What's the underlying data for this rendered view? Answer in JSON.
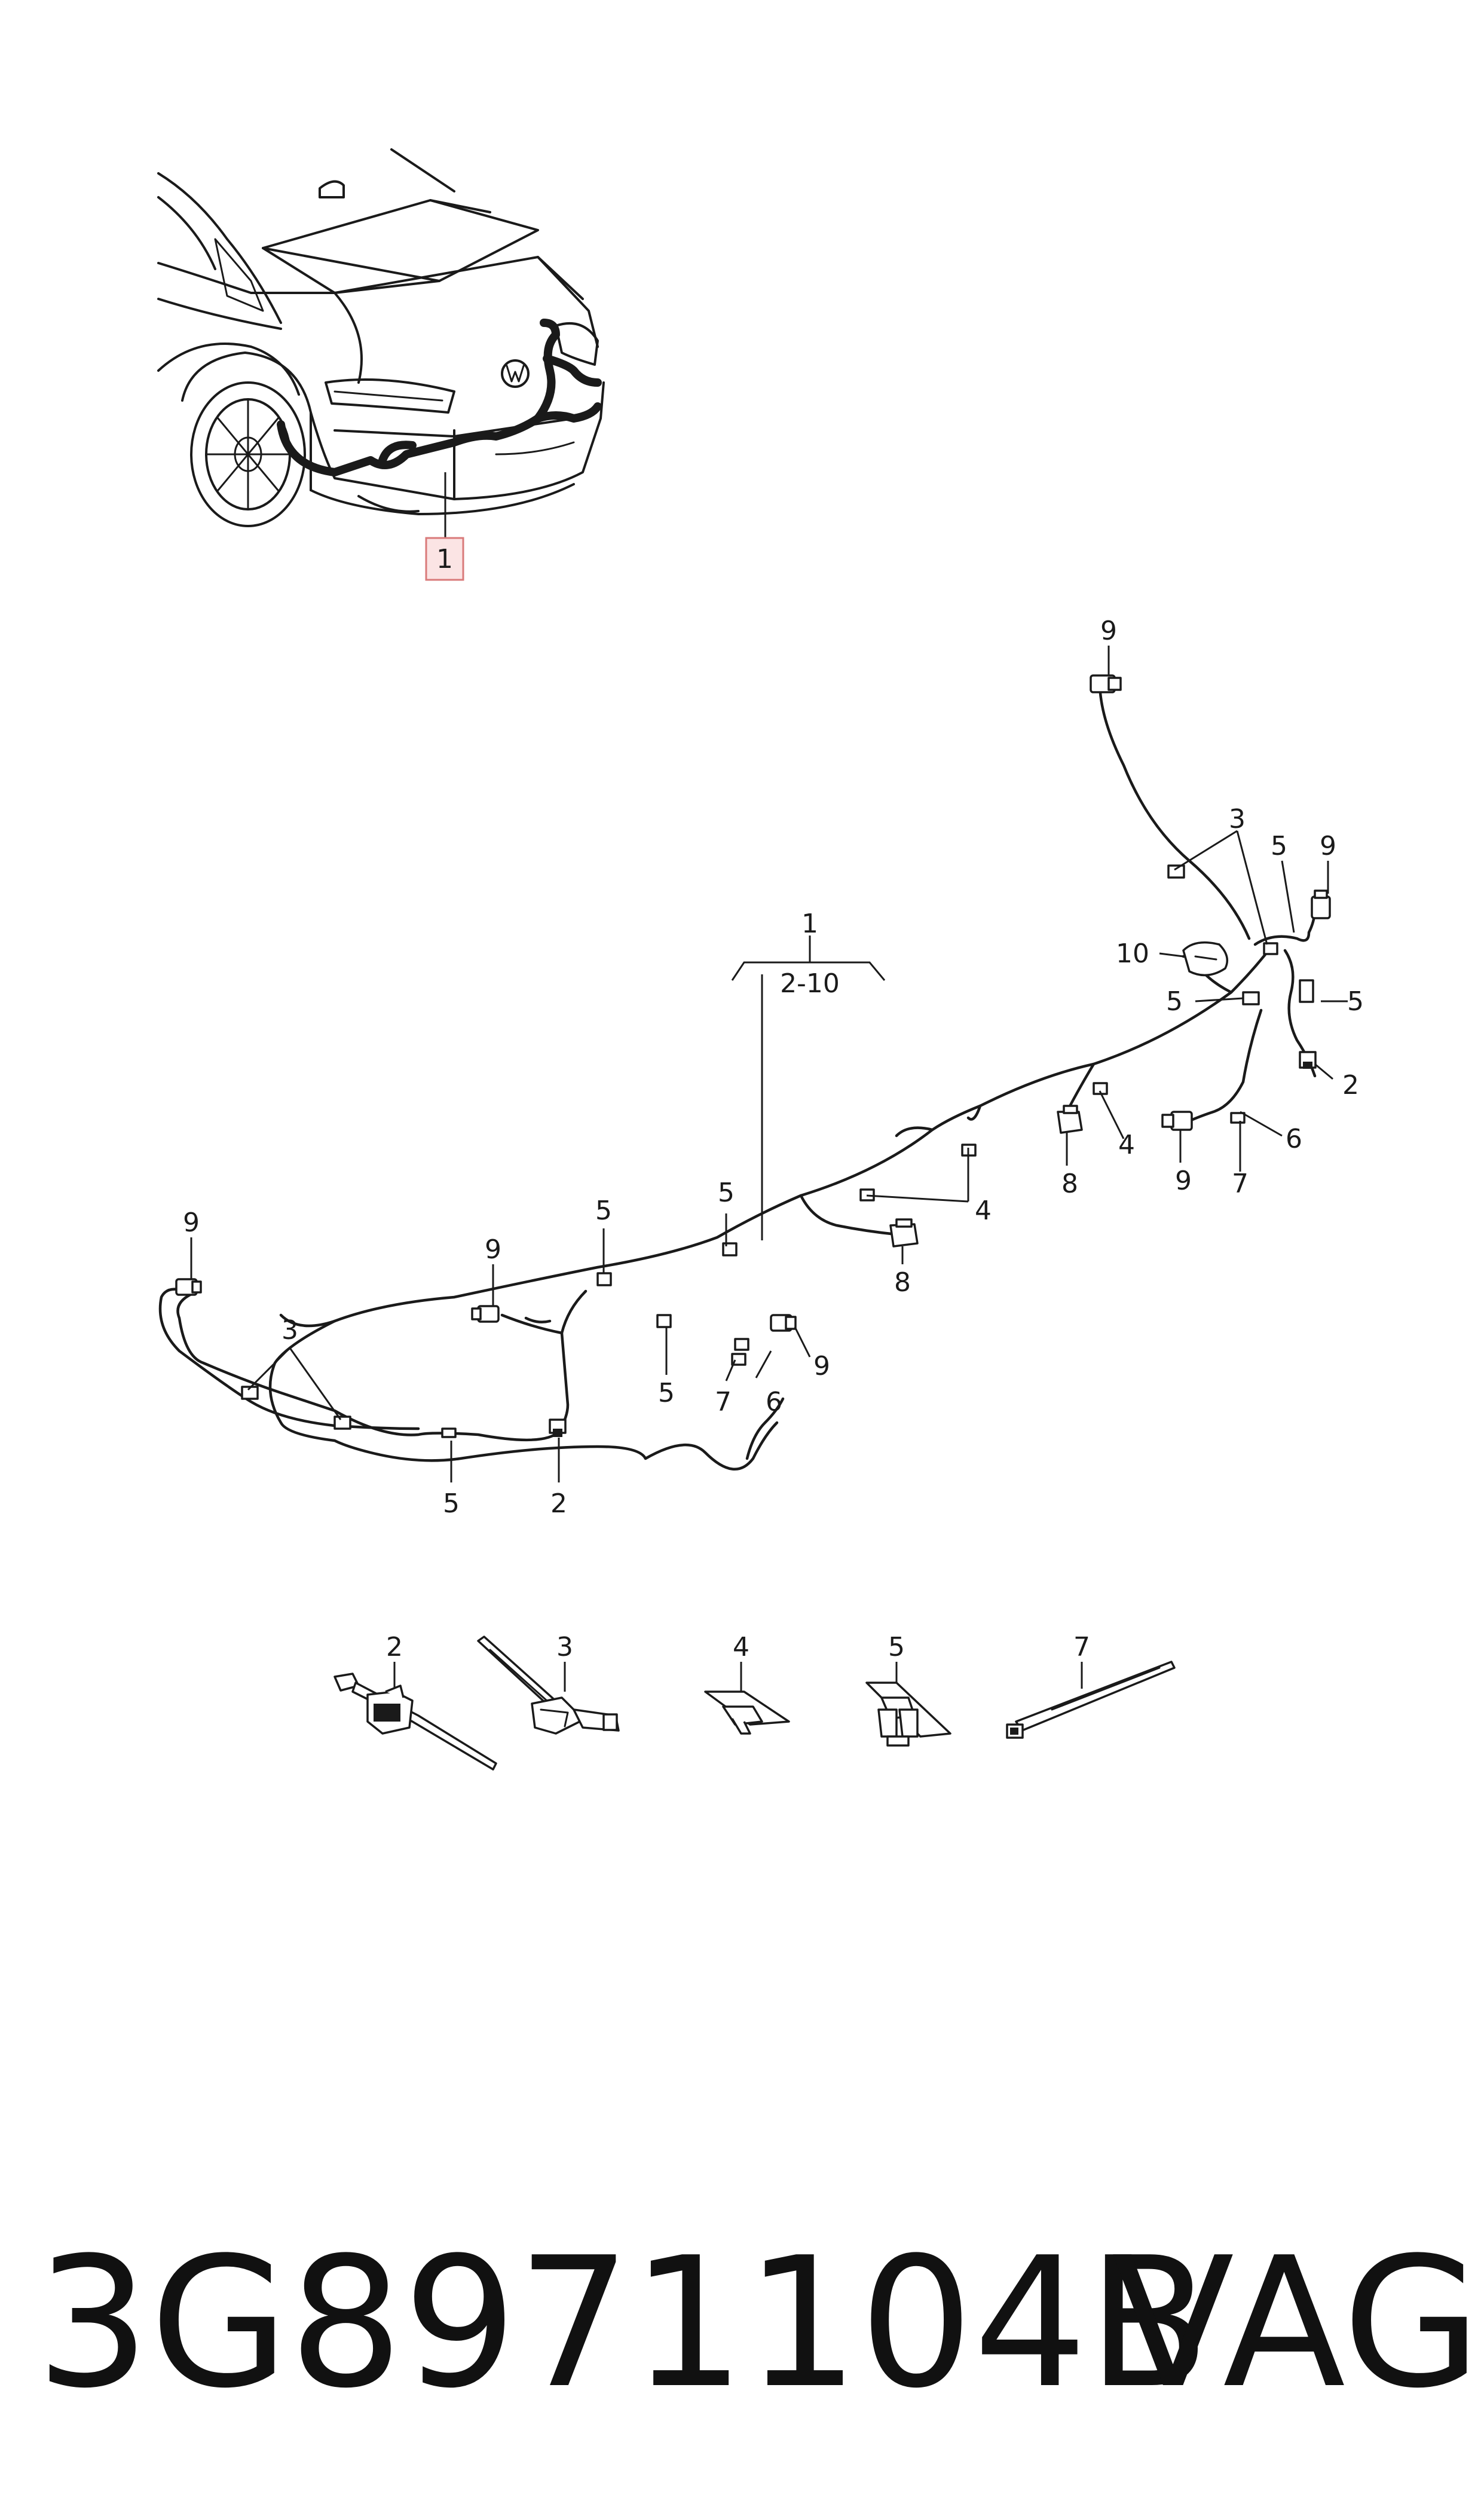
{
  "diagram": {
    "car_callout": "1",
    "callouts": {
      "main_assembly": "1",
      "main_assembly_range": "2-10",
      "c2": "2",
      "c3": "3",
      "c4": "4",
      "c5": "5",
      "c6": "6",
      "c7": "7",
      "c8": "8",
      "c9": "9",
      "c10": "10"
    },
    "legend": {
      "part2": "2",
      "part3": "3",
      "part4": "4",
      "part5": "5",
      "part7": "7"
    }
  },
  "footer": {
    "part_number": "3G8971104B",
    "brand": "VAG"
  }
}
